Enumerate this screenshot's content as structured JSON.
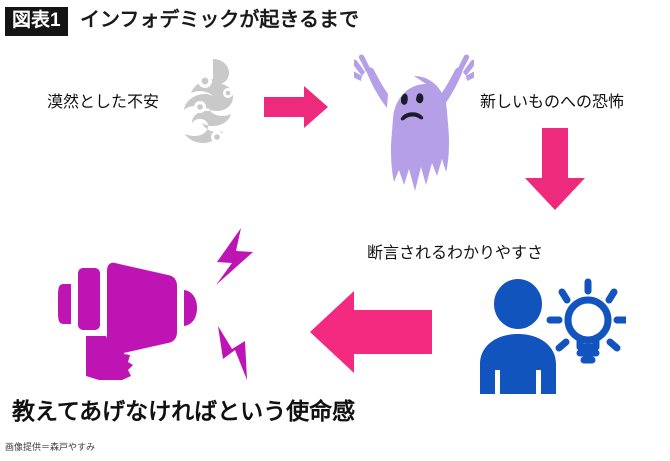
{
  "figure": {
    "badge": "図表1",
    "title": "インフォデミックが起きるまで",
    "credit": "画像提供＝森戸やすみ"
  },
  "colors": {
    "badge_background": "#141414",
    "badge_text": "#ffffff",
    "title_text": "#1a1a1a",
    "label_text": "#111111",
    "arrow_pink": "#ED2A7B",
    "arrow_pink_left": "#F32A80",
    "smoke_gray": "#C9C9C9",
    "ghost_purple": "#B5A0E8",
    "ghost_face": "#1b1b2e",
    "person_blue": "#1254BE",
    "megaphone_magenta": "#BF14B4",
    "background": "#ffffff"
  },
  "flow": {
    "steps": [
      {
        "id": "anxiety",
        "label": "漠然とした不安",
        "icon": "smoke-cloud-icon",
        "icon_color": "#C9C9C9"
      },
      {
        "id": "fear-of-new",
        "label": "新しいものへの恐怖",
        "icon": "scared-ghost-icon",
        "icon_color": "#B5A0E8"
      },
      {
        "id": "easy-to-understand-assertions",
        "label": "断言されるわかりやすさ",
        "icon": "person-with-lightbulb-icon",
        "icon_color": "#1254BE"
      },
      {
        "id": "sense-of-mission",
        "label": "教えてあげなければという使命感",
        "icon": "megaphone-icon",
        "icon_color": "#BF14B4"
      }
    ],
    "arrows": [
      {
        "id": "arrow-1",
        "direction": "right",
        "icon": "arrow-right-icon",
        "color": "#ED2A7B"
      },
      {
        "id": "arrow-2",
        "direction": "down",
        "icon": "arrow-down-icon",
        "color": "#ED2A7B"
      },
      {
        "id": "arrow-3",
        "direction": "left",
        "icon": "arrow-left-icon",
        "color": "#F32A80"
      }
    ]
  }
}
